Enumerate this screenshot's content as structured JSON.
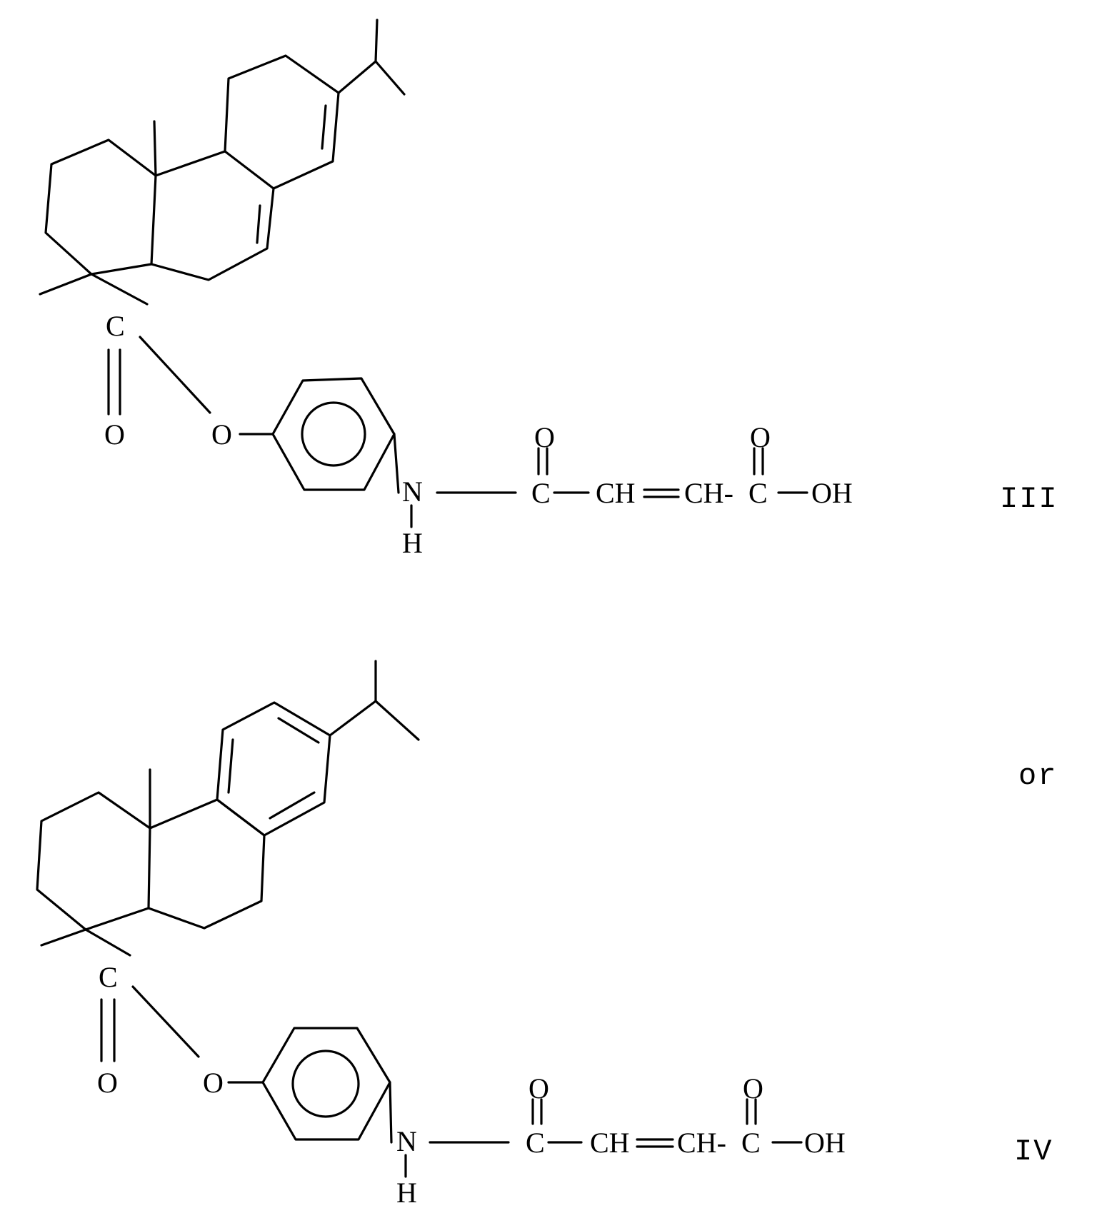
{
  "structure_iii": {
    "atoms": {
      "ester_c": "C",
      "ester_o_double": "O",
      "ester_o": "O",
      "amide_n": "N",
      "amide_h": "H",
      "amide_c": "C",
      "amide_o": "O",
      "ch1": "CH",
      "ch2": "CH-",
      "acid_c": "C",
      "acid_o": "O",
      "acid_oh": "OH"
    },
    "label": "III"
  },
  "connector": "or",
  "structure_iv": {
    "atoms": {
      "ester_c": "C",
      "ester_o_double": "O",
      "ester_o": "O",
      "amide_n": "N",
      "amide_h": "H",
      "amide_c": "C",
      "amide_o": "O",
      "ch1": "CH",
      "ch2": "CH-",
      "acid_c": "C",
      "acid_o": "O",
      "acid_oh": "OH"
    },
    "label": "IV"
  }
}
